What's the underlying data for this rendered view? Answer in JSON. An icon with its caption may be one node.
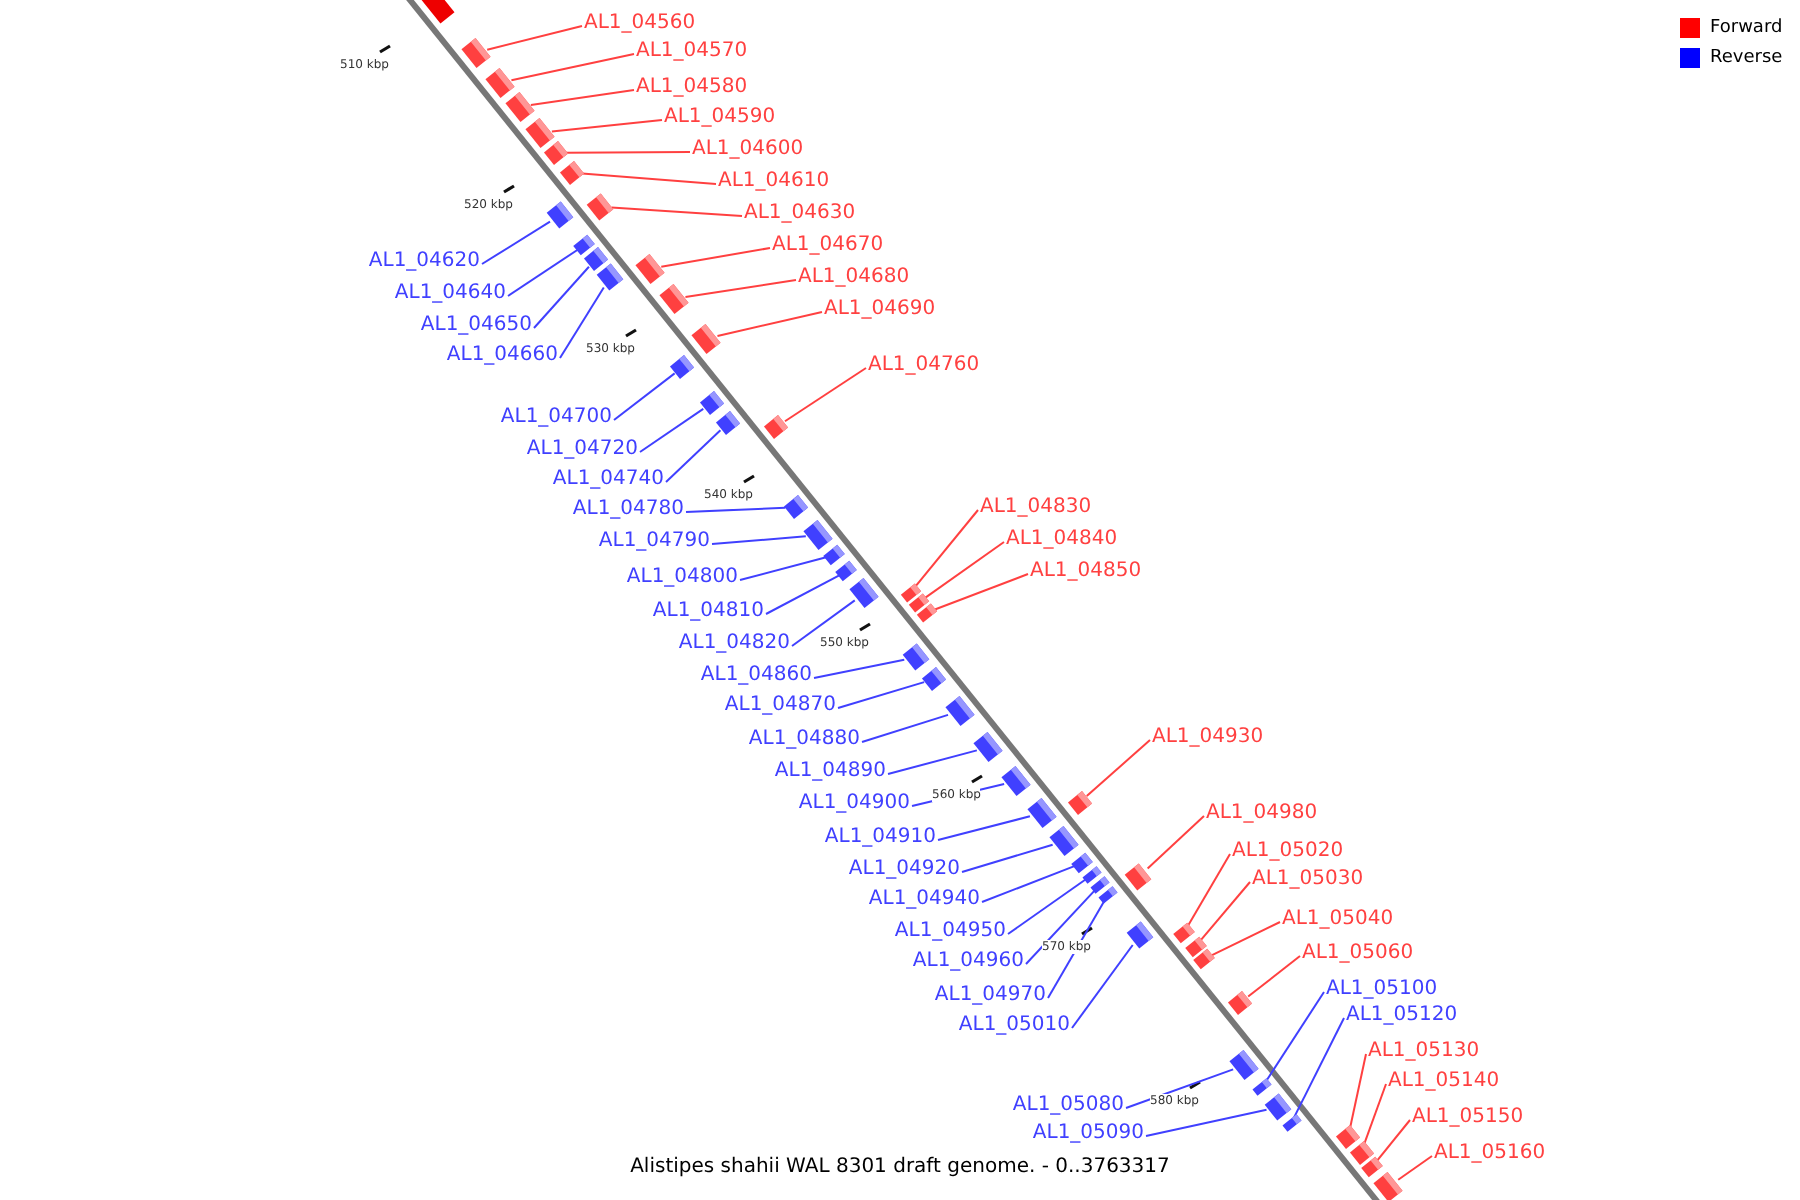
{
  "diagram": {
    "caption": "Alistipes shahii WAL 8301 draft genome. - 0..3763317",
    "nodes": [
      {
        "text": [
          "AL1_04560"
        ]
      },
      {
        "text": [],
        "shape": "box"
      },
      {
        "text": [
          "AL1_04570"
        ]
      },
      {
        "text": [],
        "shape": "box"
      },
      {
        "text": [
          "AL1_04580"
        ]
      },
      {
        "text": [],
        "shape": "box"
      },
      {
        "text": [
          "AL1_04590"
        ]
      },
      {
        "text": [],
        "shape": "box"
      },
      {
        "text": [
          "AL1_04600"
        ]
      },
      {
        "text": [],
        "shape": "box"
      },
      {
        "text": [
          "AL1_04610"
        ]
      },
      {
        "text": [],
        "shape": "box"
      },
      {
        "text": [
          "AL1_04630"
        ]
      },
      {
        "text": [],
        "shape": "box"
      },
      {
        "text": [
          "AL1_04670"
        ]
      },
      {
        "text": [],
        "shape": "box"
      },
      {
        "text": [
          "AL1_04620"
        ]
      },
      {
        "text": [],
        "shape": "box"
      },
      {
        "text": [
          "AL1_04680"
        ]
      },
      {
        "text": [],
        "shape": "box"
      },
      {
        "text": [
          "AL1_04640"
        ]
      },
      {
        "text": [],
        "shape": "box"
      },
      {
        "text": [
          "AL1_04690"
        ]
      },
      {
        "text": [],
        "shape": "box"
      },
      {
        "text": [
          "AL1_04650"
        ]
      },
      {
        "text": [],
        "shape": "box"
      },
      {
        "text": [
          "AL1_04660"
        ]
      },
      {
        "text": [],
        "shape": "box"
      },
      {
        "text": [
          "AL1_04760"
        ]
      },
      {
        "text": [],
        "shape": "box"
      },
      {
        "text": [
          "AL1_04700"
        ]
      },
      {
        "text": [],
        "shape": "box"
      },
      {
        "text": [
          "AL1_04720"
        ]
      },
      {
        "text": [],
        "shape": "box"
      },
      {
        "text": [
          "AL1_04740"
        ]
      },
      {
        "text": [],
        "shape": "box"
      },
      {
        "text": [
          "AL1_04830"
        ]
      },
      {
        "text": [],
        "shape": "box"
      },
      {
        "text": [
          "AL1_04780"
        ]
      },
      {
        "text": [],
        "shape": "box"
      },
      {
        "text": [
          "AL1_04840"
        ]
      },
      {
        "text": [],
        "shape": "box"
      },
      {
        "text": [
          "AL1_04790"
        ]
      },
      {
        "text": [],
        "shape": "box"
      },
      {
        "text": [
          "AL1_04850"
        ]
      },
      {
        "text": [],
        "shape": "box"
      },
      {
        "text": [
          "AL1_04800"
        ]
      },
      {
        "text": [],
        "shape": "box"
      },
      {
        "text": [
          "AL1_04810"
        ]
      },
      {
        "text": [],
        "shape": "box"
      },
      {
        "text": [
          "AL1_04820"
        ]
      },
      {
        "text": [],
        "shape": "box"
      },
      {
        "text": [
          "AL1_04860"
        ]
      },
      {
        "text": [],
        "shape": "box"
      },
      {
        "text": [
          "AL1_04870"
        ]
      },
      {
        "text": [],
        "shape": "box"
      },
      {
        "text": [
          "AL1_04930"
        ]
      },
      {
        "text": [],
        "shape": "box"
      },
      {
        "text": [
          "AL1_04880"
        ]
      },
      {
        "text": [],
        "shape": "box"
      },
      {
        "text": [
          "AL1_04890"
        ]
      },
      {
        "text": [],
        "shape": "box"
      },
      {
        "text": [
          "AL1_04900"
        ]
      },
      {
        "text": [],
        "shape": "box"
      },
      {
        "text": [
          "AL1_04980"
        ]
      },
      {
        "text": [],
        "shape": "box"
      },
      {
        "text": [
          "AL1_04910"
        ]
      },
      {
        "text": [],
        "shape": "box"
      },
      {
        "text": [
          "AL1_05020"
        ]
      },
      {
        "text": [],
        "shape": "box"
      },
      {
        "text": [
          "AL1_04920"
        ]
      },
      {
        "text": [],
        "shape": "box"
      },
      {
        "text": [
          "AL1_05030"
        ]
      },
      {
        "text": [],
        "shape": "box"
      },
      {
        "text": [
          "AL1_04940"
        ]
      },
      {
        "text": [],
        "shape": "box"
      },
      {
        "text": [
          "AL1_05040"
        ]
      },
      {
        "text": [],
        "shape": "box"
      },
      {
        "text": [
          "AL1_04950"
        ]
      },
      {
        "text": [],
        "shape": "box"
      },
      {
        "text": [
          "AL1_05060"
        ]
      },
      {
        "text": [],
        "shape": "box"
      },
      {
        "text": [
          "AL1_04960"
        ]
      },
      {
        "text": [],
        "shape": "box"
      },
      {
        "text": [
          "AL1_05100"
        ]
      },
      {
        "text": [],
        "shape": "box"
      },
      {
        "text": [
          "AL1_04970"
        ]
      },
      {
        "text": [],
        "shape": "box"
      },
      {
        "text": [
          "AL1_05120"
        ]
      },
      {
        "text": [],
        "shape": "box"
      },
      {
        "text": [
          "AL1_05010"
        ]
      },
      {
        "text": [],
        "shape": "box"
      },
      {
        "text": [
          "AL1_05130"
        ]
      },
      {
        "text": [],
        "shape": "box"
      },
      {
        "text": [
          "AL1_05140"
        ]
      },
      {
        "text": [],
        "shape": "box"
      },
      {
        "text": [
          "AL1_05080"
        ]
      },
      {
        "text": [],
        "shape": "box"
      },
      {
        "text": [
          "AL1_05150"
        ]
      },
      {
        "text": [],
        "shape": "box"
      },
      {
        "text": [
          "AL1_05090"
        ]
      },
      {
        "text": [],
        "shape": "box"
      },
      {
        "text": [
          "AL1_05160"
        ]
      },
      {
        "text": [],
        "shape": "box"
      }
    ],
    "edges": [
      {
        "from": 0,
        "to": 1,
        "arrow": "none",
        "color": "#ff4040"
      },
      {
        "from": 2,
        "to": 3,
        "arrow": "none",
        "color": "#ff4040"
      },
      {
        "from": 4,
        "to": 5,
        "arrow": "none",
        "color": "#ff4040"
      },
      {
        "from": 6,
        "to": 7,
        "arrow": "none",
        "color": "#ff4040"
      },
      {
        "from": 8,
        "to": 9,
        "arrow": "none",
        "color": "#ff4040"
      },
      {
        "from": 10,
        "to": 11,
        "arrow": "none",
        "color": "#ff4040"
      },
      {
        "from": 12,
        "to": 13,
        "arrow": "none",
        "color": "#ff4040"
      },
      {
        "from": 14,
        "to": 15,
        "arrow": "none",
        "color": "#ff4040"
      },
      {
        "from": 16,
        "to": 17,
        "arrow": "none"
      },
      {
        "from": 18,
        "to": 19,
        "arrow": "none",
        "color": "#ff4040"
      },
      {
        "from": 20,
        "to": 21,
        "arrow": "none"
      },
      {
        "from": 22,
        "to": 23,
        "arrow": "none",
        "color": "#ff4040"
      },
      {
        "from": 24,
        "to": 25,
        "arrow": "none"
      },
      {
        "from": 26,
        "to": 27,
        "arrow": "none"
      },
      {
        "from": 28,
        "to": 29,
        "arrow": "none",
        "color": "#ff4040"
      },
      {
        "from": 30,
        "to": 31,
        "arrow": "none"
      },
      {
        "from": 32,
        "to": 33,
        "arrow": "none"
      },
      {
        "from": 34,
        "to": 35,
        "arrow": "none"
      },
      {
        "from": 36,
        "to": 37,
        "arrow": "none",
        "color": "#ff4040"
      },
      {
        "from": 38,
        "to": 39,
        "arrow": "none"
      },
      {
        "from": 40,
        "to": 41,
        "arrow": "none",
        "color": "#ff4040"
      },
      {
        "from": 42,
        "to": 43,
        "arrow": "none"
      },
      {
        "from": 44,
        "to": 45,
        "arrow": "none",
        "color": "#ff4040"
      },
      {
        "from": 46,
        "to": 47,
        "arrow": "none"
      },
      {
        "from": 48,
        "to": 49,
        "arrow": "none"
      },
      {
        "from": 50,
        "to": 51,
        "arrow": "none"
      },
      {
        "from": 52,
        "to": 53,
        "arrow": "none"
      },
      {
        "from": 54,
        "to": 55,
        "arrow": "none"
      },
      {
        "from": 56,
        "to": 57,
        "arrow": "none",
        "color": "#ff4040"
      },
      {
        "from": 58,
        "to": 59,
        "arrow": "none"
      },
      {
        "from": 60,
        "to": 61,
        "arrow": "none"
      },
      {
        "from": 62,
        "to": 63,
        "arrow": "none"
      },
      {
        "from": 64,
        "to": 65,
        "arrow": "none",
        "color": "#ff4040"
      },
      {
        "from": 66,
        "to": 67,
        "arrow": "none"
      },
      {
        "from": 68,
        "to": 69,
        "arrow": "none",
        "color": "#ff4040"
      },
      {
        "from": 70,
        "to": 71,
        "arrow": "none"
      },
      {
        "from": 72,
        "to": 73,
        "arrow": "none",
        "color": "#ff4040"
      },
      {
        "from": 74,
        "to": 75,
        "arrow": "none"
      },
      {
        "from": 76,
        "to": 77,
        "arrow": "none",
        "color": "#ff4040"
      },
      {
        "from": 78,
        "to": 79,
        "arrow": "none"
      },
      {
        "from": 80,
        "to": 81,
        "arrow": "none",
        "color": "#ff4040"
      },
      {
        "from": 82,
        "to": 83,
        "arrow": "none"
      },
      {
        "from": 84,
        "to": 85,
        "arrow": "none"
      },
      {
        "from": 86,
        "to": 87,
        "arrow": "none"
      },
      {
        "from": 88,
        "to": 89,
        "arrow": "none"
      },
      {
        "from": 90,
        "to": 91,
        "arrow": "none"
      },
      {
        "from": 92,
        "to": 93,
        "arrow": "none",
        "color": "#ff4040"
      },
      {
        "from": 94,
        "to": 95,
        "arrow": "none",
        "color": "#ff4040"
      },
      {
        "from": 96,
        "to": 97,
        "arrow": "none"
      },
      {
        "from": 98,
        "to": 99,
        "arrow": "none",
        "color": "#ff4040"
      },
      {
        "from": 100,
        "to": 101,
        "arrow": "none"
      },
      {
        "from": 102,
        "to": 103,
        "arrow": "none",
        "color": "#ff4040"
      }
    ],
    "labels": [
      "510 kbp",
      "520 kbp",
      "530 kbp",
      "540 kbp",
      "550 kbp",
      "560 kbp",
      "570 kbp",
      "580 kbp"
    ],
    "legend": [
      {
        "text": "Forward",
        "color": "#ff0000"
      },
      {
        "text": "Reverse",
        "color": "#0000ff"
      }
    ]
  }
}
